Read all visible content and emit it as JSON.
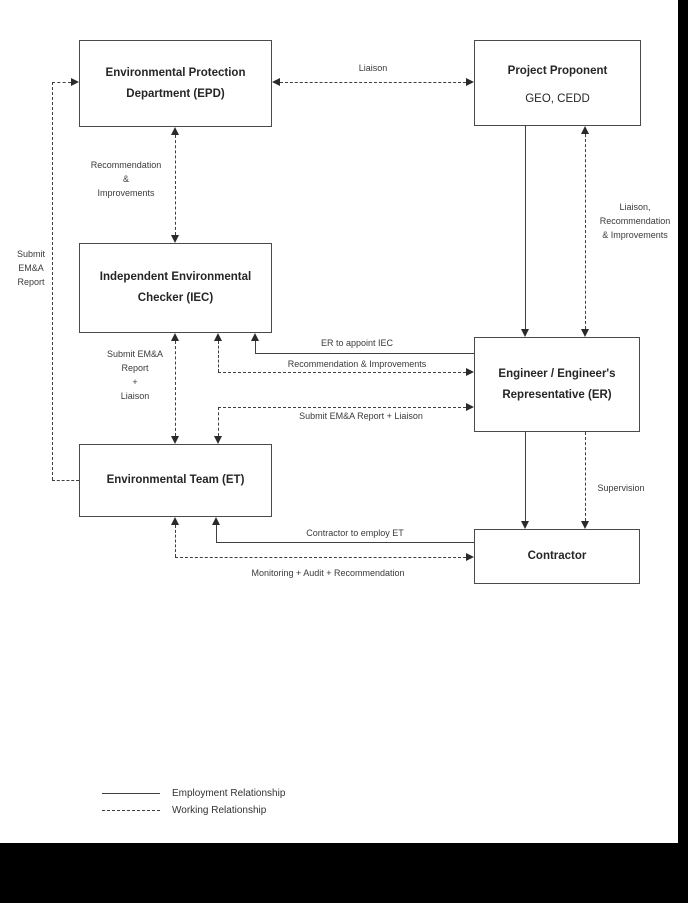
{
  "diagram": {
    "nodes": {
      "epd": {
        "title": "Environmental Protection\nDepartment (EPD)"
      },
      "proponent": {
        "title": "Project Proponent",
        "subtitle": "GEO, CEDD"
      },
      "iec": {
        "title": "Independent Environmental\nChecker (IEC)"
      },
      "er": {
        "title": "Engineer / Engineer's\nRepresentative (ER)"
      },
      "et": {
        "title": "Environmental Team (ET)"
      },
      "contractor": {
        "title": "Contractor"
      }
    },
    "edge_labels": {
      "liaison": "Liaison",
      "submit_ema_report_left": "Submit\nEM&A\nReport",
      "recommendation_improvements_vertical": "Recommendation\n&\nImprovements",
      "liaison_recommendation_improvements": "Liaison,\nRecommendation\n& Improvements",
      "er_to_appoint_iec": "ER to appoint IEC",
      "recommendation_improvements_horizontal": "Recommendation & Improvements",
      "submit_ema_report_liaison_horizontal": "Submit EM&A Report + Liaison",
      "submit_ema_report_liaison_vertical": "Submit EM&A\nReport\n+\nLiaison",
      "supervision": "Supervision",
      "contractor_to_employ_et": "Contractor to employ ET",
      "monitoring_audit_recommendation": "Monitoring + Audit + Recommendation"
    },
    "legend": {
      "employment": "Employment Relationship",
      "working": "Working Relationship"
    },
    "colors": {
      "line": "#3f3f3f",
      "text": "#3a3a3a",
      "background": "#ffffff",
      "frame": "#000000"
    }
  }
}
